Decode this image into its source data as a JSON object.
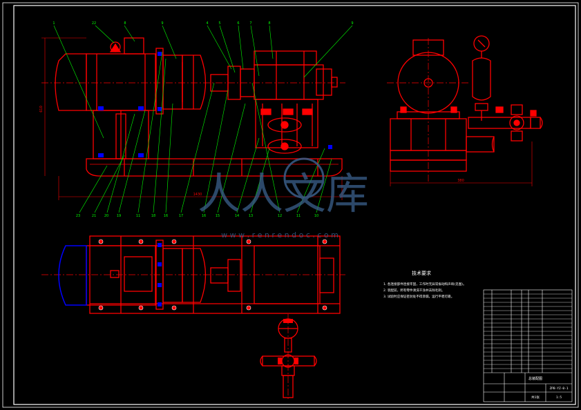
{
  "callouts_top": [
    "1",
    "22",
    "8",
    "9",
    "4",
    "5",
    "6",
    "7",
    "8",
    "9"
  ],
  "callouts_bottom": [
    "23",
    "21",
    "20",
    "19",
    "11",
    "18",
    "16",
    "17",
    "16",
    "15",
    "14",
    "13",
    "12",
    "11",
    "10"
  ],
  "dims": {
    "overall_length": "1430",
    "overall_height": "610",
    "side_width": "380"
  },
  "watermark": {
    "chars": "人人文库",
    "url": "w w w . r e n r e n d o c . c o m"
  },
  "tech_req": {
    "title": "技术要求",
    "lines": [
      "1. 各连接部件连接牢固，工作时无异常振动和声响(见图)。",
      "2. 装配前，所有零件清洗干净并去除毛刺。",
      "3. 试验时应保证密封处不得渗漏，运行平稳可靠。"
    ]
  },
  "title_block": {
    "drawing_no": "ZPB-YZ-0-1",
    "name": "总装配图",
    "scale": "1:5",
    "sheet": "共1张"
  },
  "colors": {
    "background": "#000000",
    "drawing": "#ff0000",
    "annotation": "#00ff00",
    "bolts": "#0000ff",
    "border": "#ffffff",
    "watermark": "#3a5f8a"
  }
}
